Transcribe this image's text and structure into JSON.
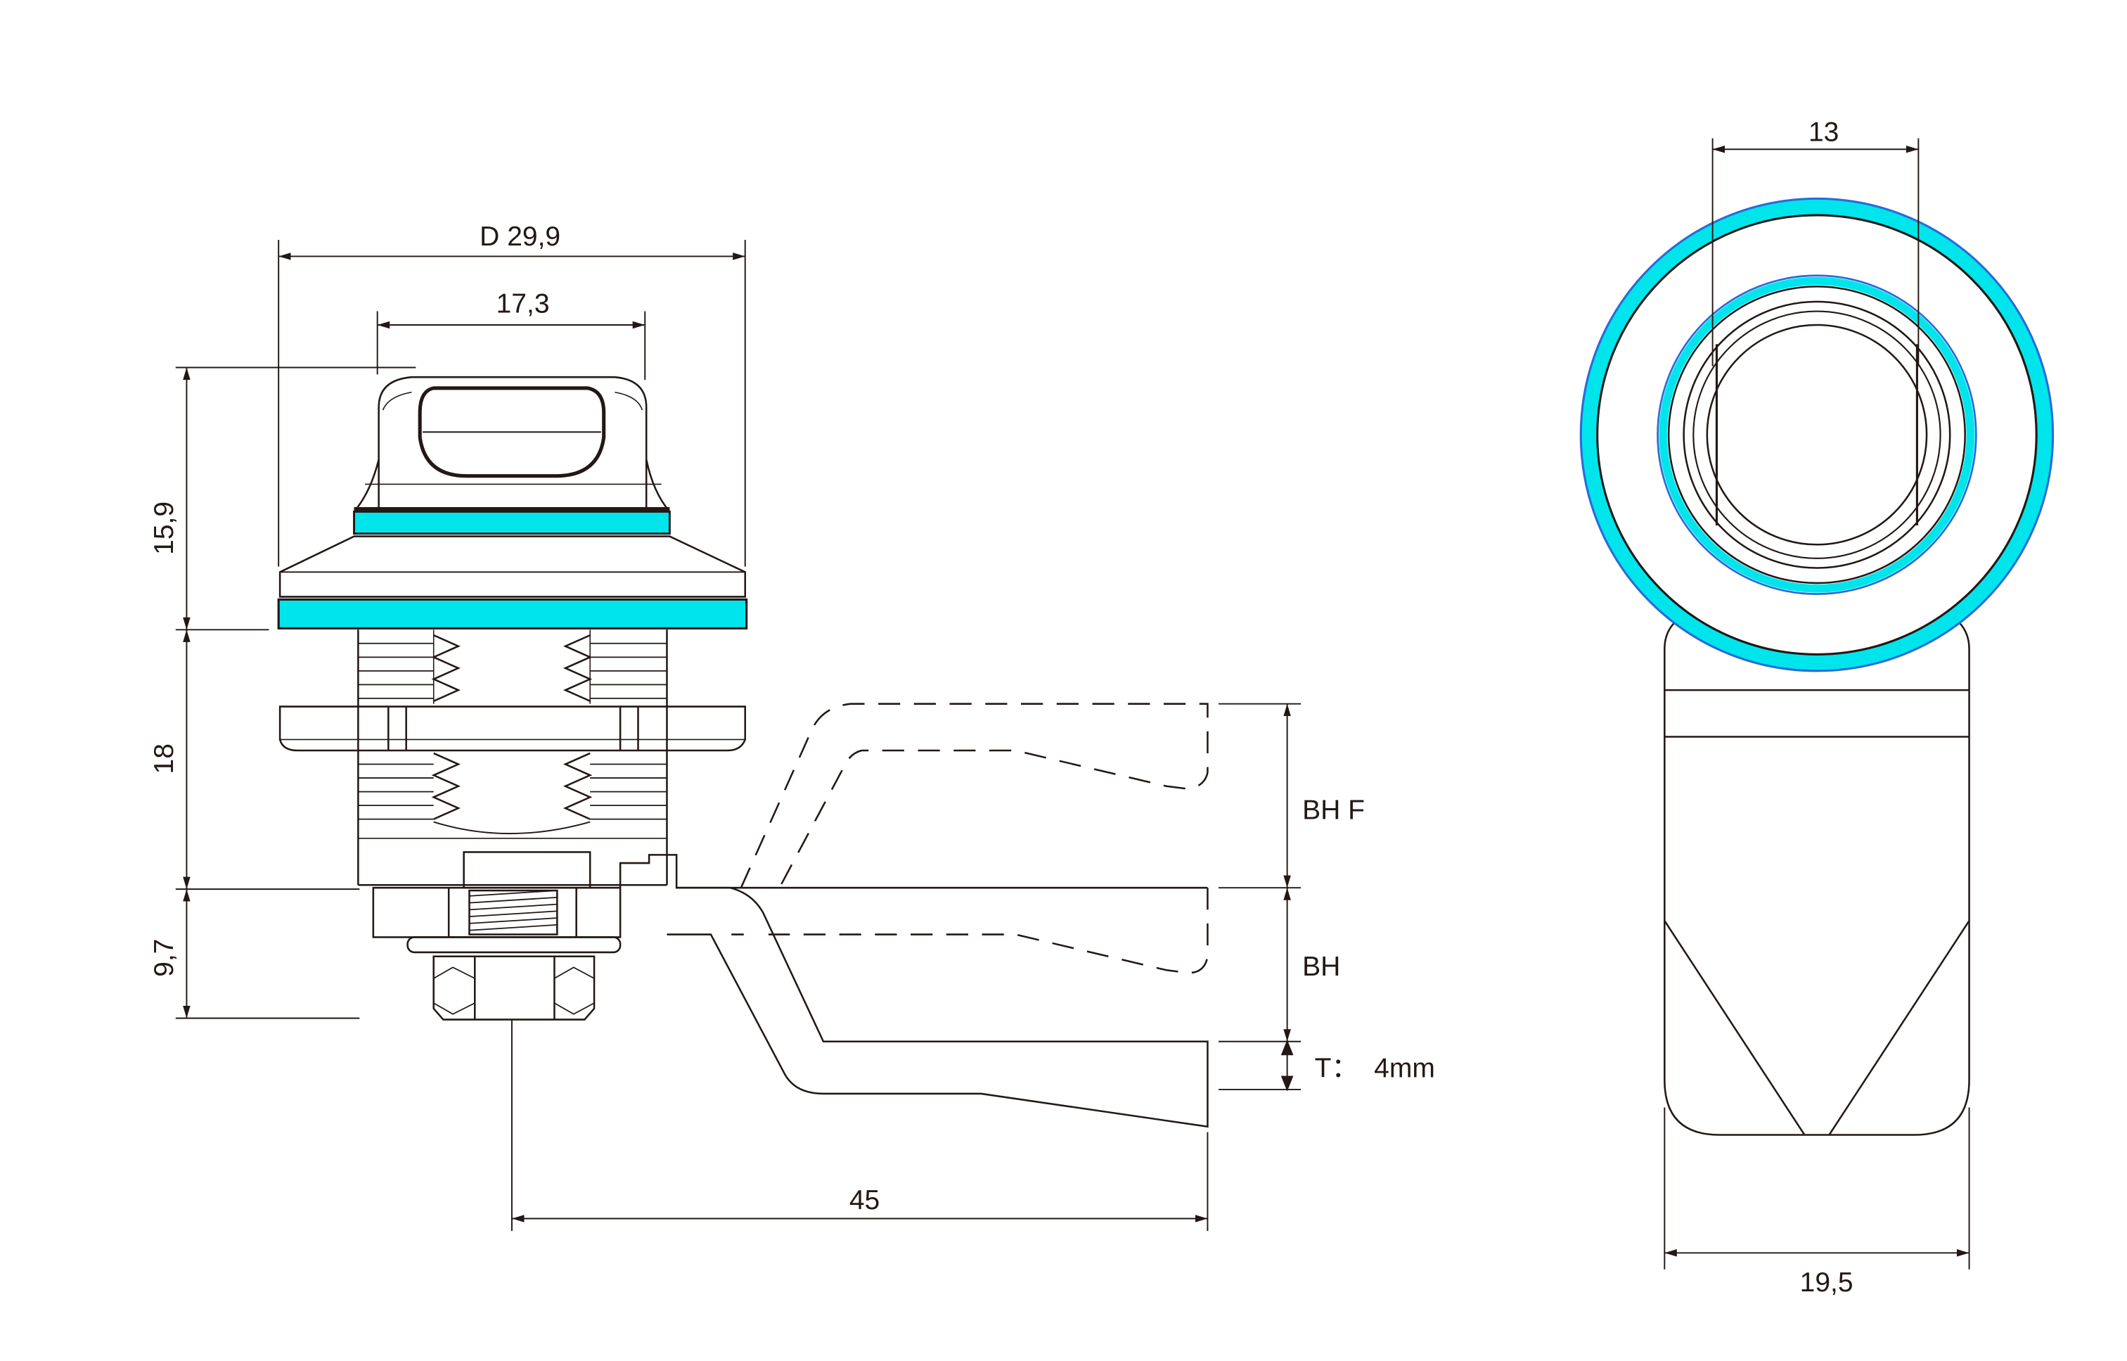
{
  "colors": {
    "line": "#231815",
    "accent": "#00e5ec",
    "accent_edge": "#2a6bd9",
    "background": "#ffffff"
  },
  "side_view": {
    "dims": {
      "diameter": "D 29,9",
      "head_width": "17,3",
      "head_height": "15,9",
      "thread_length": "18",
      "nut_height": "9,7",
      "offset_bent": "BH F",
      "offset_straight": "BH",
      "thickness": "T：  4mm",
      "cam_length": "45"
    }
  },
  "front_view": {
    "dims": {
      "key_width": "13",
      "cam_width": "19,5"
    }
  }
}
